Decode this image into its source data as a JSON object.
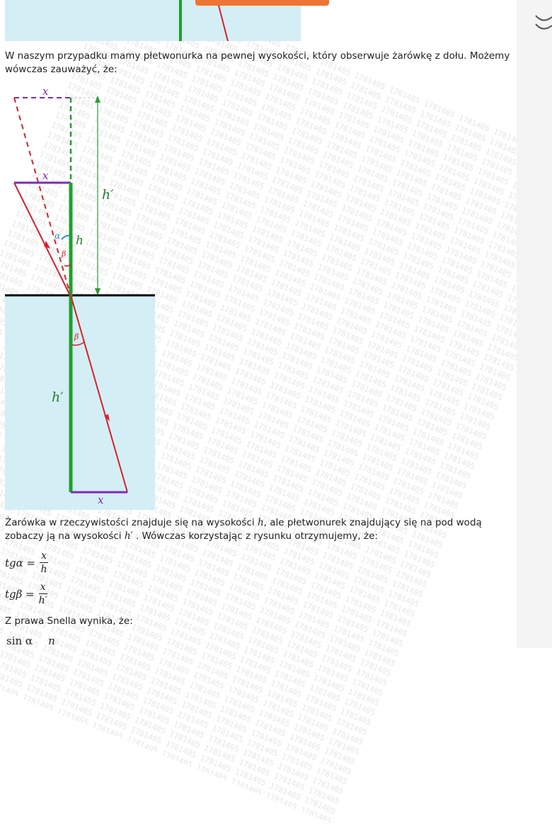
{
  "watermark": {
    "text": "1781405"
  },
  "diagram_labels": {
    "x_top": "x",
    "x_mid": "x",
    "x_bottom": "x",
    "h_prime_top": "h′",
    "h_prime_bottom": "h′",
    "h": "h",
    "alpha": "α",
    "beta_top": "β",
    "beta_bottom": "β"
  },
  "colors": {
    "water": "#d4eef5",
    "ray": "#d8202a",
    "object": "#1fa02c",
    "width_line": "#7b2bbf",
    "arrow": "#2e9a3a",
    "surface": "#000000",
    "accent_button": "#ef7332"
  },
  "text": {
    "intro": "W naszym przypadku mamy płetwonurka na pewnej wysokości, który obserwuje żarówkę z dołu. Możemy wówczas zauważyć, że:",
    "desc_part1": "Żarówka w rzeczywistości znajduje się na wysokości ",
    "desc_h": "h",
    "desc_part2": ", ale płetwonurek znajdujący się na pod wodą zobaczy ją na wysokości ",
    "desc_hp": "h′",
    "desc_part3": " . Wówczas korzystając z rysunku otrzymujemy, że:",
    "snell": "Z prawa Snella wynika, że:"
  },
  "formulas": {
    "f1": {
      "lhs": "tgα =",
      "num": "x",
      "den": "h"
    },
    "f2": {
      "lhs": "tgβ =",
      "num": "x",
      "den": "h′"
    },
    "f3_partial_left": "sin α",
    "f3_partial_right": "n"
  }
}
